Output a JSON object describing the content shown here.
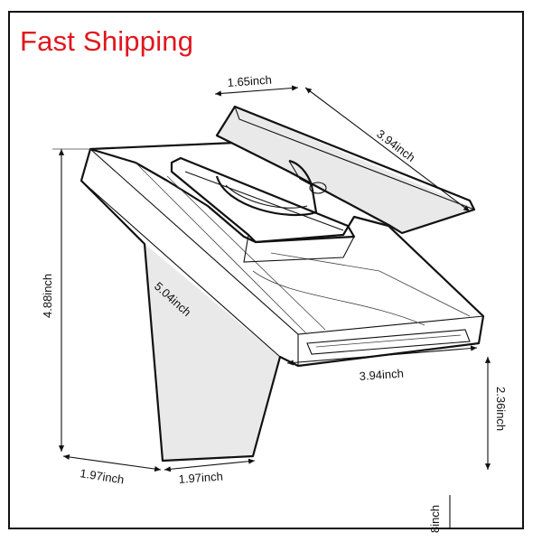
{
  "banner": {
    "text": "Fast Shipping",
    "color": "#e0171d"
  },
  "dimensions": {
    "top_spout_width": "1.65inch",
    "top_handle_length": "3.94inch",
    "body_height": "4.88inch",
    "diagonal": "5.04inch",
    "front_width": "3.94inch",
    "spout_height": "2.36inch",
    "base_left": "1.97inch",
    "base_right": "1.97inch",
    "clipped_corner": "8inch"
  }
}
